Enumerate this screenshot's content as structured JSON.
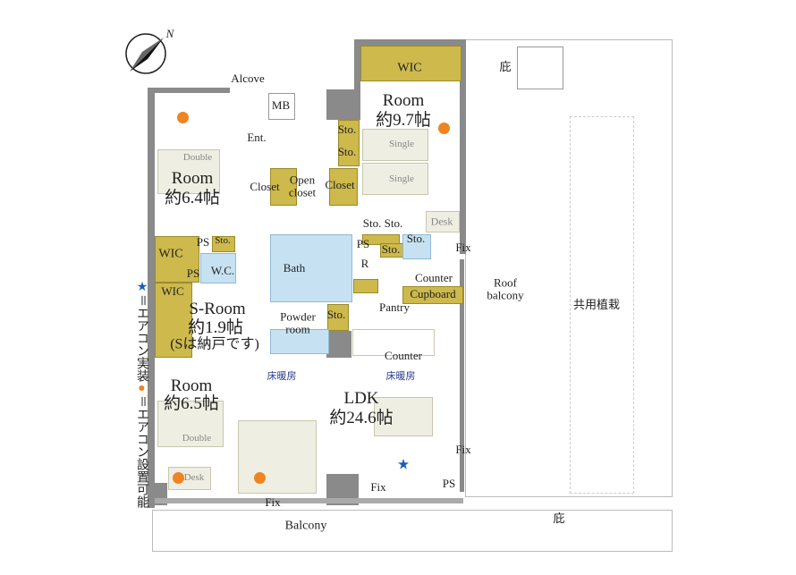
{
  "colors": {
    "wall": "#8a8a8a",
    "storage": "#cdb94c",
    "bath": "#c6e2f2",
    "aircon_possible": "#ef8420",
    "aircon_installed": "#1a5fb4"
  },
  "compass": {
    "label": "N"
  },
  "legend": {
    "star_text": "＝エアコン実装",
    "dot_text": "＝エアコン設置可能"
  },
  "labels": {
    "alcove": "Alcove",
    "mb": "MB",
    "ent": "Ent.",
    "wic_top": "WIC",
    "room1_name": "Room",
    "room1_size": "約9.7帖",
    "sto1": "Sto.",
    "sto2": "Sto.",
    "single1": "Single",
    "single2": "Single",
    "double1": "Double",
    "room2_name": "Room",
    "room2_size": "約6.4帖",
    "closet1": "Closet",
    "open_closet": "Open\ncloset",
    "closet2": "Closet",
    "sto_sto": "Sto. Sto.",
    "desk1": "Desk",
    "ps1": "PS",
    "sto3": "Sto.",
    "sto4": "Sto.",
    "fix1": "Fix",
    "r": "R",
    "counter1": "Counter",
    "cupboard": "Cupboard",
    "pantry": "Pantry",
    "roof_balcony": "Roof\nbalcony",
    "shared_planting": "共用植栽",
    "ps2": "PS",
    "sto5": "Sto.",
    "wic2": "WIC",
    "ps3": "PS",
    "wc": "W.C.",
    "bath": "Bath",
    "wic3": "WIC",
    "sroom_name": "S-Room",
    "sroom_size": "約1.9帖",
    "sroom_note": "(Sは納戸です)",
    "powder": "Powder\nroom",
    "sto6": "Sto.",
    "counter2": "Counter",
    "floor_heat1": "床暖房",
    "floor_heat2": "床暖房",
    "room3_name": "Room",
    "room3_size": "約6.5帖",
    "ldk_name": "LDK",
    "ldk_size": "約24.6帖",
    "double2": "Double",
    "fix2": "Fix",
    "desk2": "Desk",
    "fix3": "Fix",
    "ps4": "PS",
    "fix4": "Fix",
    "balcony": "Balcony",
    "eave1": "庇",
    "eave2": "庇"
  }
}
